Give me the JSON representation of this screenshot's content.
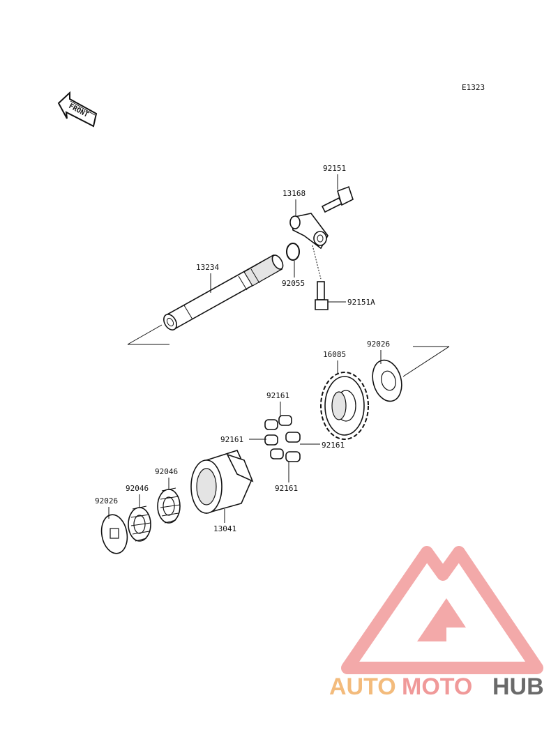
{
  "diagram_code": "E1323",
  "front_label": "FRONT",
  "parts": {
    "p92151": "92151",
    "p13168": "13168",
    "p92055": "92055",
    "p92151A": "92151A",
    "p13234": "13234",
    "p92026_top": "92026",
    "p16085": "16085",
    "p92161_top": "92161",
    "p92161_left": "92161",
    "p92161_right": "92161",
    "p92161_bottom": "92161",
    "p92046_a": "92046",
    "p92046_b": "92046",
    "p92026_bottom": "92026",
    "p13041": "13041"
  },
  "watermark": {
    "text_part1": "AUTO",
    "text_part2": "MOTO",
    "text_part3": "HUB",
    "color_primary": "#f2a35e",
    "color_secondary": "#f08c8c",
    "color_tertiary": "#5a5a5a"
  }
}
